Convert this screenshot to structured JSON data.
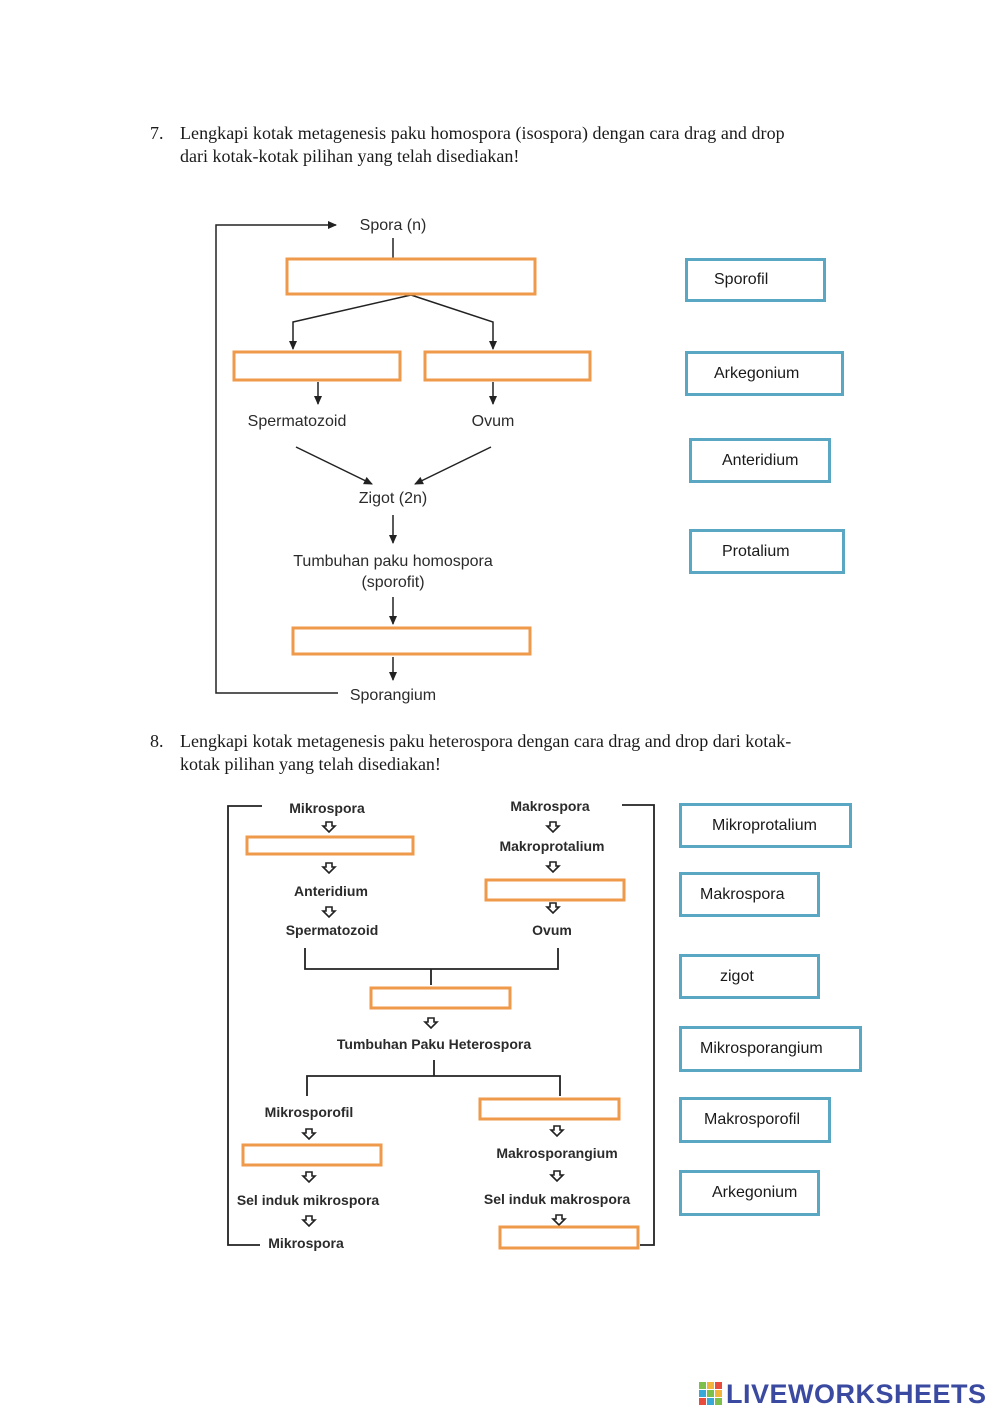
{
  "q7": {
    "number": "7.",
    "line1": "Lengkapi kotak metagenesis paku homospora (isospora) dengan cara drag and drop",
    "line2": "dari kotak-kotak pilihan yang telah disediakan!",
    "diagram": {
      "spora": "Spora (n)",
      "spermatozoid": "Spermatozoid",
      "ovum": "Ovum",
      "zigot": "Zigot (2n)",
      "tumbuhan_line1": "Tumbuhan paku homospora",
      "tumbuhan_line2": "(sporofit)",
      "sporangium": "Sporangium"
    },
    "options": [
      "Sporofil",
      "Arkegonium",
      "Anteridium",
      "Protalium"
    ]
  },
  "q8": {
    "number": "8.",
    "line1": "Lengkapi kotak metagenesis paku heterospora dengan cara drag and drop dari kotak-",
    "line2": "kotak pilihan yang telah disediakan!",
    "diagram": {
      "mikrospora_top": "Mikrospora",
      "makrospora_top": "Makrospora",
      "makroprotalium": "Makroprotalium",
      "anteridium": "Anteridium",
      "spermatozoid": "Spermatozoid",
      "ovum": "Ovum",
      "tumbuhan": "Tumbuhan Paku Heterospora",
      "mikrosporofil": "Mikrosporofil",
      "makrosporangium": "Makrosporangium",
      "sel_induk_mikro": "Sel induk mikrospora",
      "sel_induk_makro": "Sel induk makrospora",
      "mikrospora_bottom": "Mikrospora"
    },
    "options": [
      "Mikroprotalium",
      "Makrospora",
      "zigot",
      "Mikrosporangium",
      "Makrosporofil",
      "Arkegonium"
    ]
  },
  "footer": {
    "logo": "LIVEWORKSHEETS"
  },
  "colors": {
    "dropzone_border": "#ef9a4a",
    "option_border": "#5aa7c4",
    "logo": "#3a4aa0"
  }
}
